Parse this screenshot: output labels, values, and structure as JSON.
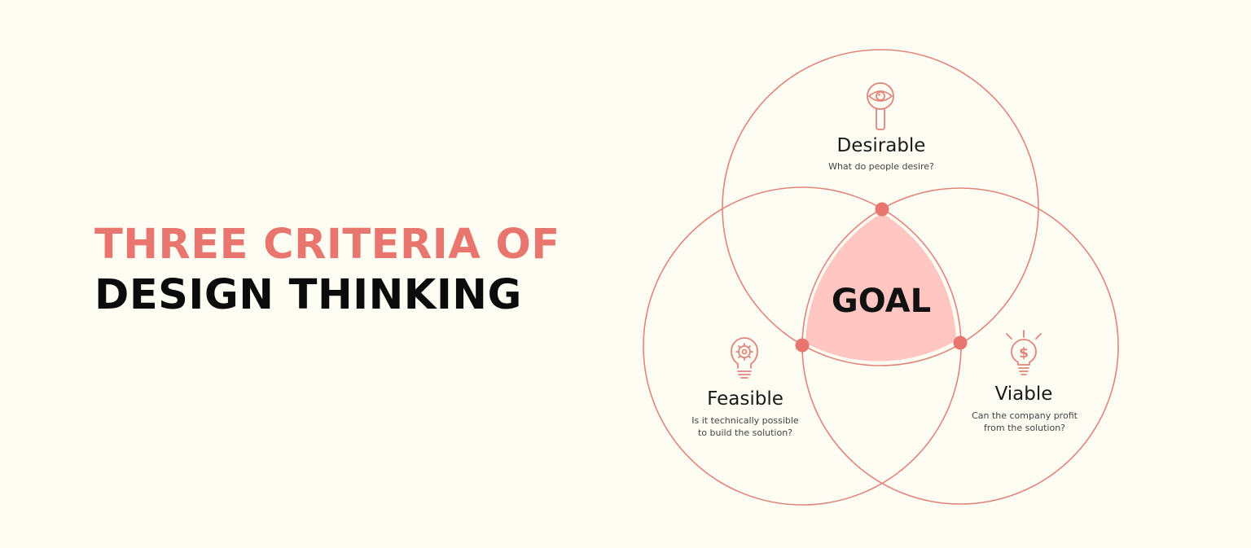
{
  "title": {
    "line1": "THREE CRITERIA OF",
    "line2": "DESIGN THINKING"
  },
  "center": {
    "label": "GOAL"
  },
  "criteria": {
    "desirable": {
      "title": "Desirable",
      "question": "What do people desire?",
      "icon": "eye-magnifier-icon"
    },
    "feasible": {
      "title": "Feasible",
      "question_line1": "Is it technically possible",
      "question_line2": "to build the solution?",
      "icon": "gear-bulb-icon"
    },
    "viable": {
      "title": "Viable",
      "question_line1": "Can the company profit",
      "question_line2": "from the solution?",
      "icon": "dollar-bulb-icon"
    }
  },
  "colors": {
    "accent": "#e8766e",
    "circle_stroke": "#e0857c",
    "goal_fill": "#ffc6c2",
    "background": "#fdfdf4",
    "text_dark": "#0b0b0b"
  }
}
